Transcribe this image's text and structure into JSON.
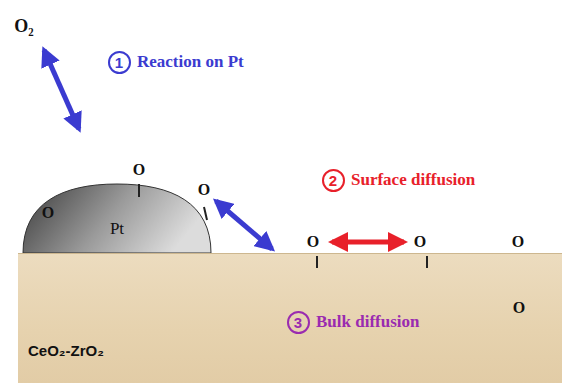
{
  "diagram": {
    "nodes": [
      {
        "text": [
          "Pt"
        ]
      },
      {
        "text": [
          "CeO₂-ZrO₂"
        ]
      }
    ],
    "labels": [
      "O₂",
      "1",
      "Reaction on Pt",
      "2",
      "Surface diffusion",
      "O",
      "O",
      "O",
      "O",
      "O",
      "O",
      "O",
      "3",
      "Bulk diffusion"
    ]
  }
}
